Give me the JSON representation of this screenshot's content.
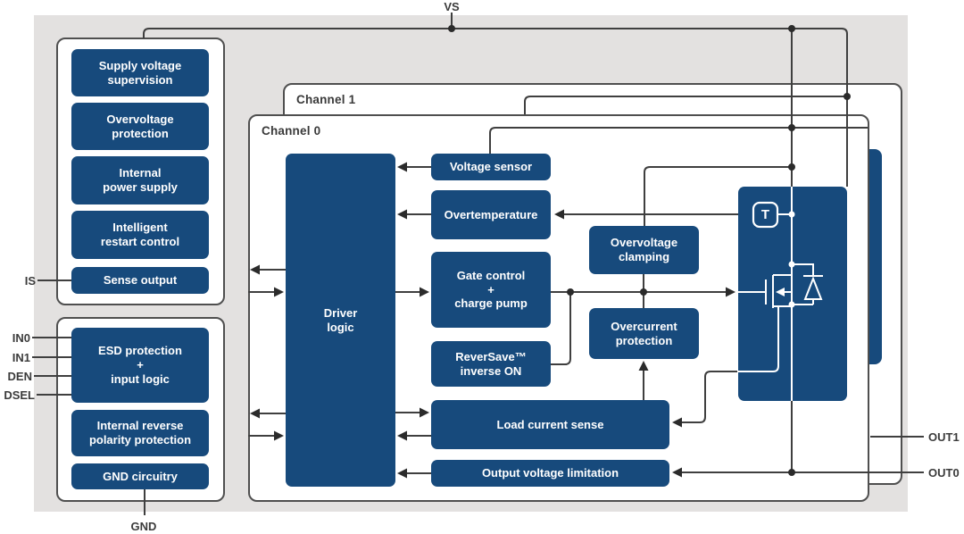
{
  "pins": {
    "vs": "VS",
    "is": "IS",
    "in0": "IN0",
    "in1": "IN1",
    "den": "DEN",
    "dsel": "DSEL",
    "gnd": "GND",
    "out1": "OUT1",
    "out0": "OUT0"
  },
  "channels": {
    "ch1": "Channel 1",
    "ch0": "Channel 0"
  },
  "blocks": {
    "supply_voltage_supervision": "Supply voltage\nsupervision",
    "overvoltage_protection": "Overvoltage\nprotection",
    "internal_power_supply": "Internal\npower supply",
    "intelligent_restart_control": "Intelligent\nrestart control",
    "sense_output": "Sense output",
    "esd_input_logic": "ESD protection\n+\ninput logic",
    "reverse_polarity": "Internal reverse\npolarity protection",
    "gnd_circuitry": "GND circuitry",
    "driver_logic": "Driver\nlogic",
    "voltage_sensor": "Voltage sensor",
    "overtemperature": "Overtemperature",
    "gate_control": "Gate control\n+\ncharge pump",
    "reversave": "ReverSave™\ninverse ON",
    "load_current_sense": "Load current sense",
    "output_voltage_limitation": "Output voltage limitation",
    "overvoltage_clamping": "Overvoltage\nclamping",
    "overcurrent_protection": "Overcurrent\nprotection",
    "temp_sensor": "T"
  },
  "colors": {
    "block_blue": "#174a7c",
    "canvas_gray": "#e3e1e0",
    "wire": "#3f3f3f",
    "panel_border": "#4f4f4f"
  }
}
